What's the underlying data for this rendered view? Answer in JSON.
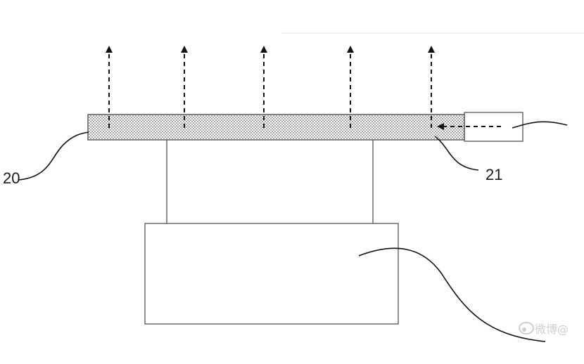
{
  "figure": {
    "labels": {
      "left_layer": "20",
      "right_region": "21"
    },
    "watermark": "微博@"
  }
}
